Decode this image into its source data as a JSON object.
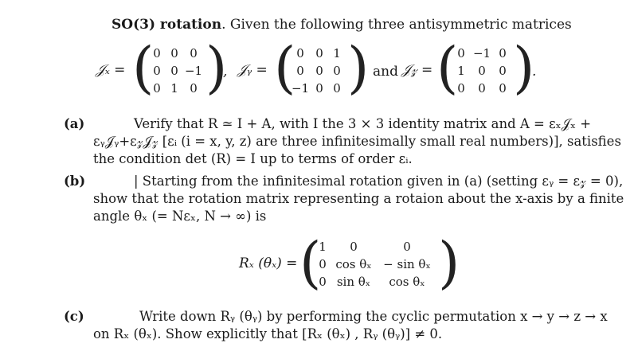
{
  "title": {
    "bold": "SO(3) rotation",
    "rest": ". Given the following three antisymmetric matrices"
  },
  "matrices": {
    "jx": {
      "label": "𝒥ₓ =",
      "rows": [
        [
          "0",
          "0",
          "0"
        ],
        [
          "0",
          "0",
          "−1"
        ],
        [
          "0",
          "1",
          "0"
        ]
      ]
    },
    "jy": {
      "label": "𝒥ᵧ =",
      "rows": [
        [
          "0",
          "0",
          "1"
        ],
        [
          "0",
          "0",
          "0"
        ],
        [
          "−1",
          "0",
          "0"
        ]
      ]
    },
    "jz": {
      "label": "𝒥𝓏 =",
      "rows": [
        [
          "0",
          "−1",
          "0"
        ],
        [
          "1",
          "0",
          "0"
        ],
        [
          "0",
          "0",
          "0"
        ]
      ]
    },
    "sep1": ",",
    "and": "and",
    "end": "."
  },
  "part_a": {
    "label": "(a)",
    "line1": "Verify that R ≃ I + A, with I the 3 × 3 identity matrix and A = εₓ𝒥ₓ +",
    "line2": "εᵧ𝒥ᵧ+ε𝓏𝒥𝓏 [εᵢ (i = x, y, z) are three infinitesimally small real numbers)], satisfies",
    "line3": "the condition det (R) = I up to terms of order εᵢ."
  },
  "part_b": {
    "label": "(b)",
    "line1": "| Starting from the infinitesimal rotation given in (a) (setting εᵧ = ε𝓏 = 0),",
    "line2": "show that the rotation matrix representing a rotaion about the x-axis by a finite",
    "line3": "angle θₓ (= Nεₓ, N → ∞) is",
    "rx_label": "Rₓ (θₓ) =",
    "rx_rows": [
      [
        "1",
        "0",
        "0"
      ],
      [
        "0",
        "cos θₓ",
        "− sin θₓ"
      ],
      [
        "0",
        "sin θₓ",
        "cos θₓ"
      ]
    ]
  },
  "part_c": {
    "label": "(c)",
    "line1": "Write down Rᵧ (θᵧ) by performing the cyclic permutation x → y → z → x",
    "line2": "on Rₓ (θₓ). Show explicitly that [Rₓ (θₓ) , Rᵧ (θᵧ)] ≠ 0."
  }
}
